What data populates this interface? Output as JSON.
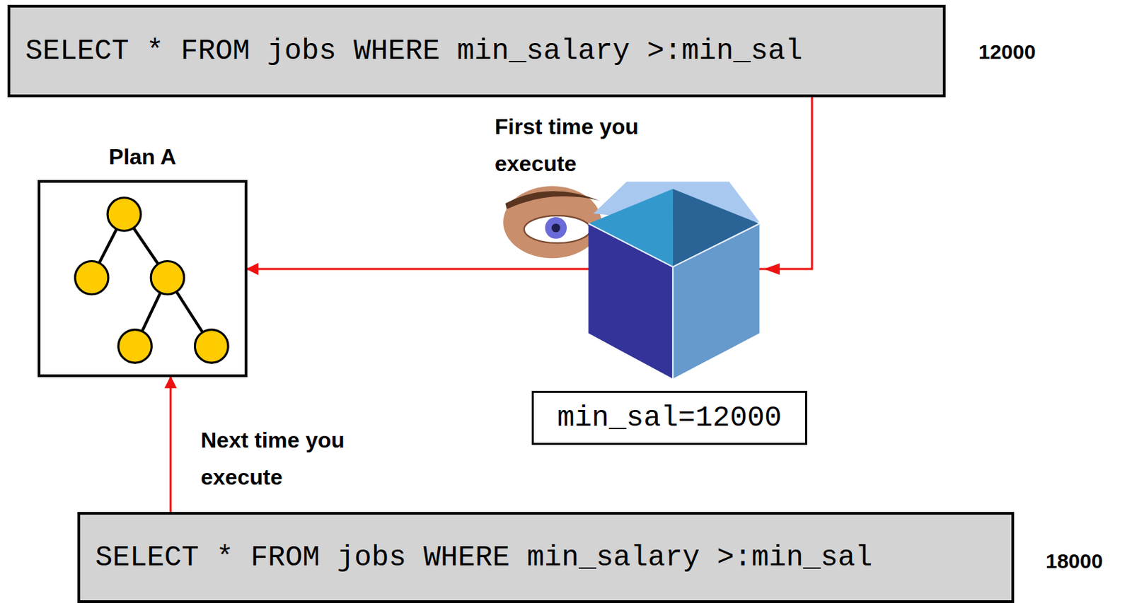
{
  "diagram": {
    "nodes": [
      {
        "text": [
          "SELECT * FROM jobs WHERE min_salary >:min_sal"
        ]
      },
      {
        "text": [
          "Plan A"
        ]
      },
      {
        "text": [
          "min_sal=12000"
        ]
      },
      {
        "text": [
          "SELECT * FROM jobs WHERE min_salary >:min_sal"
        ]
      }
    ],
    "edges": [
      {
        "from": 0,
        "to": 1,
        "arrow": "to"
      },
      {
        "from": 3,
        "to": 1,
        "arrow": "to"
      }
    ],
    "labels": [
      "12000",
      "First time you execute",
      "Next time you execute",
      "18000"
    ]
  }
}
